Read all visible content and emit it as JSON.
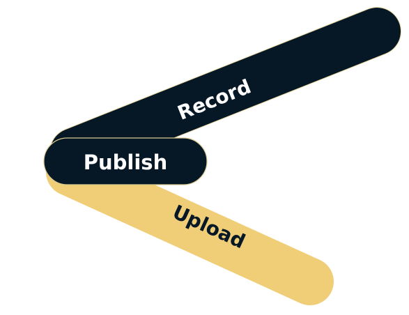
{
  "steps": {
    "record": {
      "label": "Record"
    },
    "publish": {
      "label": "Publish"
    },
    "upload": {
      "label": "Upload"
    }
  },
  "colors": {
    "dark": "#061726",
    "accent": "#F0CE78",
    "dark_text": "#ffffff",
    "accent_text": "#061726",
    "background": "#ffffff"
  }
}
